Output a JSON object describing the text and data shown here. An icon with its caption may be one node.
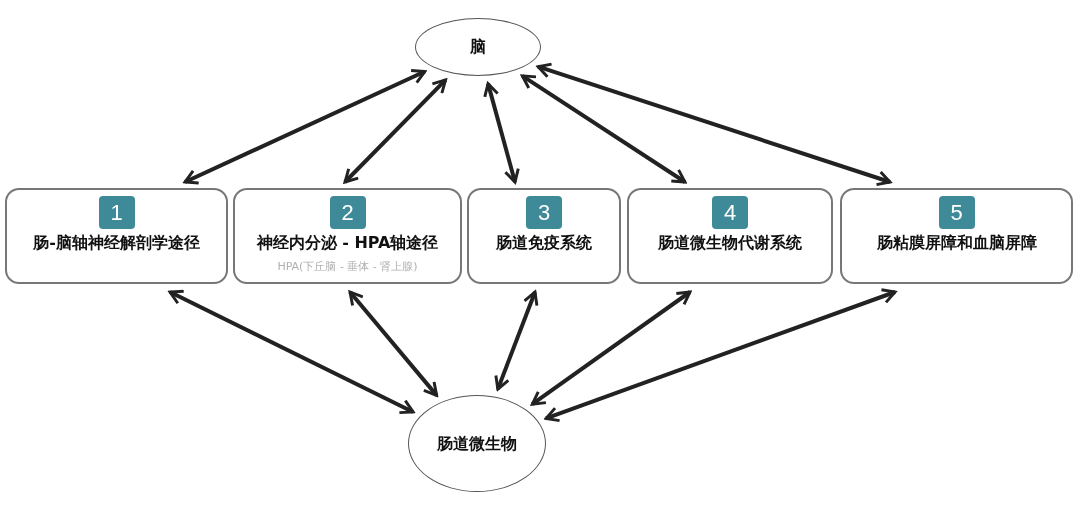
{
  "diagram": {
    "nodes": [
      {
        "text": [
          "脑"
        ]
      },
      {
        "text": [
          "1",
          "肠-脑轴神经解剖学途径"
        ]
      },
      {
        "text": [
          "2",
          "神经内分泌 - HPA轴途径",
          "HPA(下丘脑 - 垂体 - 肾上腺)"
        ]
      },
      {
        "text": [
          "3",
          "肠道免疫系统"
        ]
      },
      {
        "text": [
          "4",
          "肠道微生物代谢系统"
        ]
      },
      {
        "text": [
          "5",
          "肠粘膜屏障和血脑屏障"
        ]
      },
      {
        "text": [
          "肠道微生物"
        ]
      }
    ],
    "edges": [
      {
        "from": 0,
        "to": 1,
        "arrow": "both"
      },
      {
        "from": 0,
        "to": 2,
        "arrow": "both"
      },
      {
        "from": 0,
        "to": 3,
        "arrow": "both"
      },
      {
        "from": 0,
        "to": 4,
        "arrow": "both"
      },
      {
        "from": 0,
        "to": 5,
        "arrow": "both"
      },
      {
        "from": 1,
        "to": 6,
        "arrow": "both"
      },
      {
        "from": 2,
        "to": 6,
        "arrow": "both"
      },
      {
        "from": 3,
        "to": 6,
        "arrow": "both"
      },
      {
        "from": 4,
        "to": 6,
        "arrow": "both"
      },
      {
        "from": 5,
        "to": 6,
        "arrow": "both"
      }
    ]
  }
}
